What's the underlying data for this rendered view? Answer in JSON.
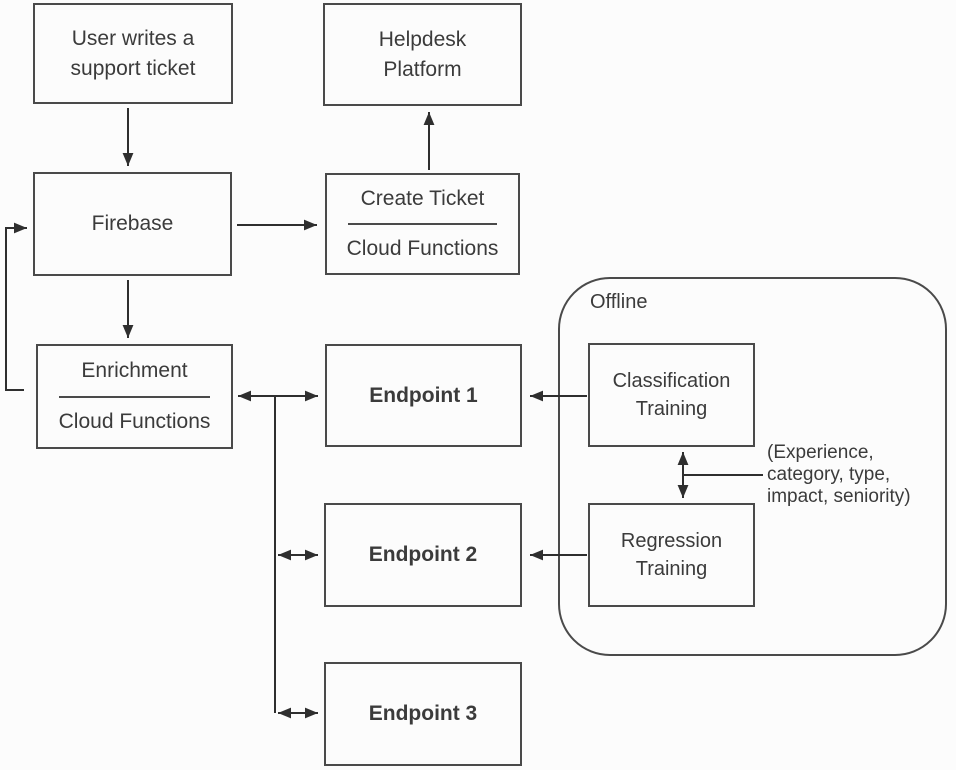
{
  "diagram": {
    "colors": {
      "bg": "#fcfcfc",
      "border": "#4a4a4a",
      "text": "#3b3b3b",
      "arrow": "#2f2f2f"
    },
    "nodes": {
      "user_ticket": {
        "label": "User writes a\nsupport ticket"
      },
      "helpdesk": {
        "label": "Helpdesk\nPlatform"
      },
      "firebase": {
        "label": "Firebase"
      },
      "create_ticket": {
        "top": "Create Ticket",
        "bottom": "Cloud Functions"
      },
      "enrichment": {
        "top": "Enrichment",
        "bottom": "Cloud Functions"
      },
      "endpoint1": {
        "label": "Endpoint 1"
      },
      "endpoint2": {
        "label": "Endpoint 2"
      },
      "endpoint3": {
        "label": "Endpoint 3"
      },
      "classification": {
        "label": "Classification\nTraining"
      },
      "regression": {
        "label": "Regression\nTraining"
      }
    },
    "offline_group": {
      "label": "Offline"
    },
    "annotation": "(Experience,\ncategory, type,\nimpact, seniority)",
    "edges": [
      {
        "id": "user-to-firebase",
        "from": "user_ticket",
        "to": "firebase",
        "type": "arrow"
      },
      {
        "id": "firebase-to-create-ticket",
        "from": "firebase",
        "to": "create_ticket",
        "type": "arrow"
      },
      {
        "id": "create-ticket-to-helpdesk",
        "from": "create_ticket",
        "to": "helpdesk",
        "type": "arrow"
      },
      {
        "id": "firebase-to-enrichment",
        "from": "firebase",
        "to": "enrichment",
        "type": "arrow"
      },
      {
        "id": "enrichment-to-firebase-loop",
        "from": "enrichment",
        "to": "firebase",
        "type": "arrow"
      },
      {
        "id": "enrichment-endpoint1",
        "from": "enrichment",
        "to": "endpoint1",
        "type": "double-arrow"
      },
      {
        "id": "branch-endpoint2",
        "from": "enrichment",
        "to": "endpoint2",
        "type": "double-arrow"
      },
      {
        "id": "branch-endpoint3",
        "from": "enrichment",
        "to": "endpoint3",
        "type": "double-arrow"
      },
      {
        "id": "classification-to-endpoint1",
        "from": "classification",
        "to": "endpoint1",
        "type": "arrow"
      },
      {
        "id": "regression-to-endpoint2",
        "from": "regression",
        "to": "endpoint2",
        "type": "arrow"
      },
      {
        "id": "classification-regression",
        "from": "classification",
        "to": "regression",
        "type": "double-arrow"
      },
      {
        "id": "annotation-connector",
        "from": "annotation",
        "to": "classification-regression",
        "type": "line"
      }
    ]
  }
}
